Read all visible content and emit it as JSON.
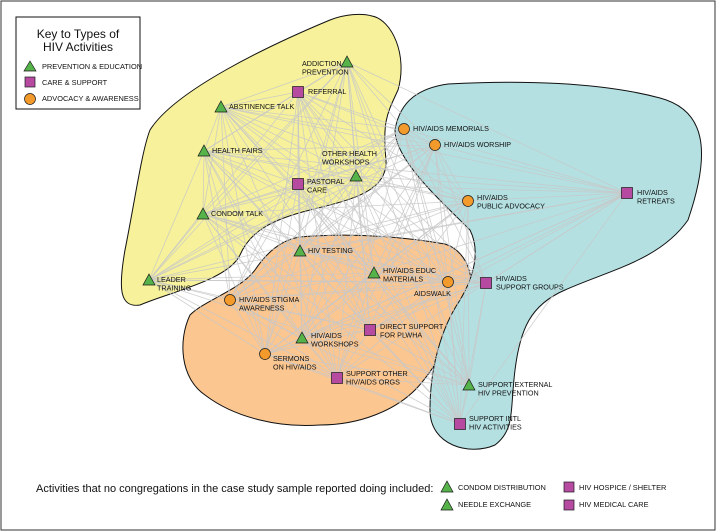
{
  "colors": {
    "prevention": "#55b34a",
    "care": "#b54aa0",
    "advocacy": "#f39a2d",
    "region_yellow": "#f6f19a",
    "region_orange": "#fbc690",
    "region_teal": "#b4e0e2",
    "edge": "#c8c8c8"
  },
  "key": {
    "title_line1": "Key to Types of",
    "title_line2": "HIV Activities",
    "items": [
      {
        "label": "PREVENTION & EDUCATION",
        "type": "prevention",
        "icon": "triangle-icon"
      },
      {
        "label": "CARE & SUPPORT",
        "type": "care",
        "icon": "square-icon"
      },
      {
        "label": "ADVOCACY & AWARENESS",
        "type": "advocacy",
        "icon": "circle-icon"
      }
    ]
  },
  "nodes": [
    {
      "id": "addiction-prevention",
      "type": "prevention",
      "lines": [
        "ADDICTION",
        "PREVENTION"
      ]
    },
    {
      "id": "referral",
      "type": "care",
      "lines": [
        "REFERRAL"
      ]
    },
    {
      "id": "abstinence-talk",
      "type": "prevention",
      "lines": [
        "ABSTINENCE TALK"
      ]
    },
    {
      "id": "health-fairs",
      "type": "prevention",
      "lines": [
        "HEALTH FAIRS"
      ]
    },
    {
      "id": "other-health-workshops",
      "type": "prevention",
      "lines": [
        "OTHER HEALTH",
        "WORKSHOPS"
      ]
    },
    {
      "id": "pastoral-care",
      "type": "care",
      "lines": [
        "PASTORAL",
        "CARE"
      ]
    },
    {
      "id": "condom-talk",
      "type": "prevention",
      "lines": [
        "CONDOM TALK"
      ]
    },
    {
      "id": "leader-training",
      "type": "prevention",
      "lines": [
        "LEADER",
        "TRAINING"
      ]
    },
    {
      "id": "hiv-aids-memorials",
      "type": "advocacy",
      "lines": [
        "HIV/AIDS MEMORIALS"
      ]
    },
    {
      "id": "hiv-aids-worship",
      "type": "advocacy",
      "lines": [
        "HIV/AIDS WORSHIP"
      ]
    },
    {
      "id": "hiv-aids-public-advocacy",
      "type": "advocacy",
      "lines": [
        "HIV/AIDS",
        "PUBLIC ADVOCACY"
      ]
    },
    {
      "id": "hiv-aids-retreats",
      "type": "care",
      "lines": [
        "HIV/AIDS",
        "RETREATS"
      ]
    },
    {
      "id": "hiv-testing",
      "type": "prevention",
      "lines": [
        "HIV TESTING"
      ]
    },
    {
      "id": "hiv-aids-educ-materials",
      "type": "prevention",
      "lines": [
        "HIV/AIDS EDUC",
        "MATERIALS"
      ]
    },
    {
      "id": "aidswalk",
      "type": "advocacy",
      "lines": [
        "AIDSWALK"
      ]
    },
    {
      "id": "hiv-aids-support-groups",
      "type": "care",
      "lines": [
        "HIV/AIDS",
        "SUPPORT GROUPS"
      ]
    },
    {
      "id": "hiv-aids-stigma-awareness",
      "type": "advocacy",
      "lines": [
        "HIV/AIDS STIGMA",
        "AWARENESS"
      ]
    },
    {
      "id": "hiv-aids-workshops",
      "type": "prevention",
      "lines": [
        "HIV/AIDS",
        "WORKSHOPS"
      ]
    },
    {
      "id": "direct-support-for-plwha",
      "type": "care",
      "lines": [
        "DIRECT SUPPORT",
        "FOR PLWHA"
      ]
    },
    {
      "id": "sermons-on-hiv-aids",
      "type": "advocacy",
      "lines": [
        "SERMONS",
        "ON HIV/AIDS"
      ]
    },
    {
      "id": "support-other-hiv-aids-orgs",
      "type": "care",
      "lines": [
        "SUPPORT OTHER",
        "HIV/AIDS ORGS"
      ]
    },
    {
      "id": "support-external-hiv-prevention",
      "type": "prevention",
      "lines": [
        "SUPPORT EXTERNAL",
        "HIV PREVENTION"
      ]
    },
    {
      "id": "support-intl-hiv-activities",
      "type": "care",
      "lines": [
        "SUPPORT INTL",
        "HIV ACTIVITIES"
      ]
    }
  ],
  "footer": {
    "text": "Activities that no congregations in the case study sample reported doing included:",
    "items": [
      {
        "label": "CONDOM DISTRIBUTION",
        "type": "prevention"
      },
      {
        "label": "NEEDLE EXCHANGE",
        "type": "prevention"
      },
      {
        "label": "HIV HOSPICE / SHELTER",
        "type": "care"
      },
      {
        "label": "HIV MEDICAL CARE",
        "type": "care"
      }
    ]
  }
}
